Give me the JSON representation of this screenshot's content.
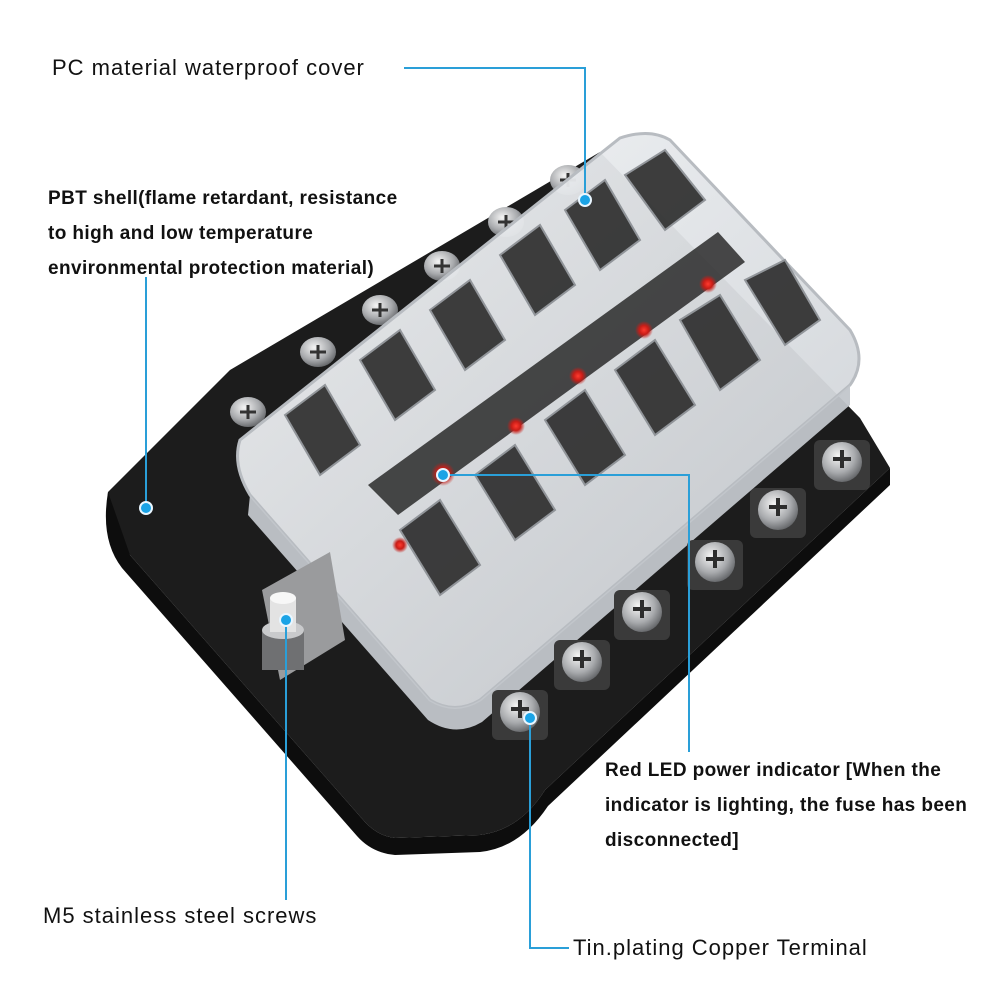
{
  "callouts": {
    "pc_cover": "PC material waterproof cover",
    "pbt_shell": [
      "PBT shell(flame retardant, resistance",
      "to high and low temperature",
      "environmental protection material)"
    ],
    "red_led": [
      "Red LED power indicator [When the",
      "indicator is lighting, the fuse has been",
      "disconnected]"
    ],
    "m5_screws": "M5 stainless steel screws",
    "tin_terminal": "Tin.plating Copper Terminal"
  },
  "colors": {
    "callout_line": "#2a9fd8",
    "callout_dot": "#1aa3e6",
    "base": "#1b1b1b",
    "cover": "#dfe2e6",
    "led": "#d6221e"
  },
  "product": {
    "fuse_slot_count": 12,
    "terminal_screw_count": 12,
    "led_count": 6
  }
}
